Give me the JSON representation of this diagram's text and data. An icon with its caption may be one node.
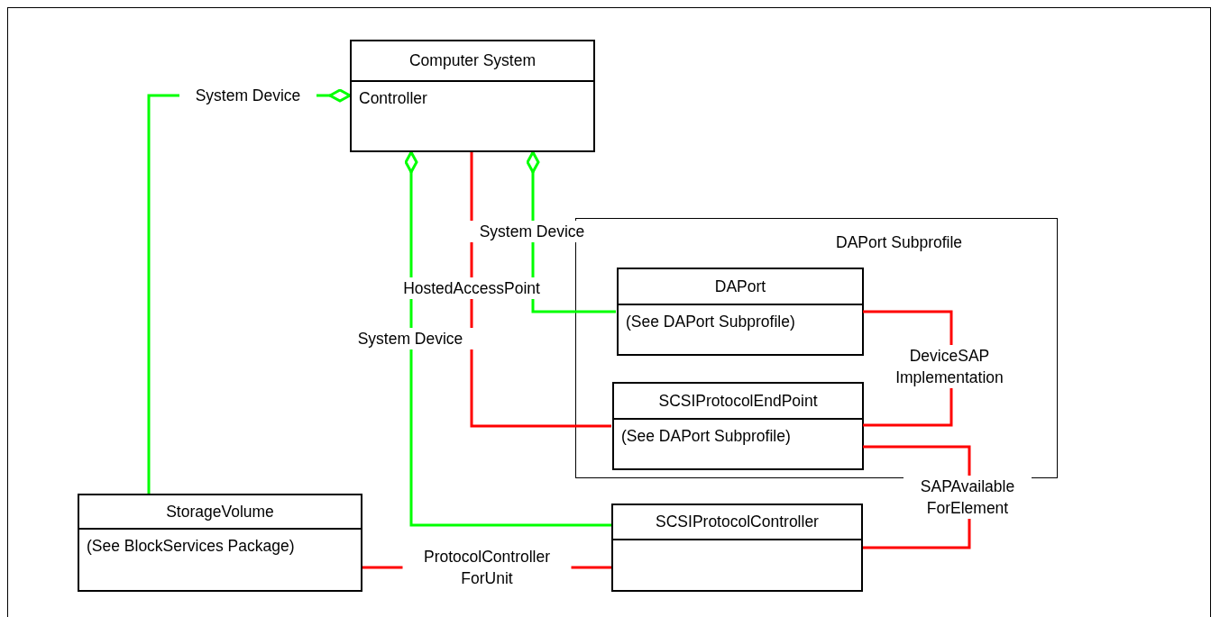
{
  "diagram": {
    "nodes": [
      {
        "text": [
          "Computer System",
          "Controller"
        ]
      },
      {
        "text": [
          "DAPort Subprofile"
        ]
      },
      {
        "text": [
          "DAPort",
          "(See DAPort Subprofile)"
        ],
        "in": 1
      },
      {
        "text": [
          "SCSIProtocolEndPoint",
          "(See DAPort Subprofile)"
        ],
        "in": 1
      },
      {
        "text": [
          "StorageVolume",
          "(See BlockServices Package)"
        ]
      },
      {
        "text": [
          "SCSIProtocolController"
        ]
      }
    ],
    "edges": [
      {
        "from": 4,
        "to": 0,
        "arrow": "other",
        "label": "System Device",
        "color": "#00ff00"
      },
      {
        "from": 5,
        "to": 0,
        "arrow": "other",
        "label": "System Device",
        "color": "#00ff00"
      },
      {
        "from": 3,
        "to": 0,
        "arrow": "none",
        "label": "HostedAccessPoint",
        "color": "#ff0000"
      },
      {
        "from": 2,
        "to": 0,
        "arrow": "other",
        "label": "System Device",
        "color": "#00ff00"
      },
      {
        "from": 2,
        "to": 3,
        "arrow": "none",
        "label": "DeviceSAP Implementation",
        "color": "#ff0000"
      },
      {
        "from": 3,
        "to": 5,
        "arrow": "none",
        "label": "SAPAvailable ForElement",
        "color": "#ff0000"
      },
      {
        "from": 4,
        "to": 5,
        "arrow": "none",
        "label": "ProtocolController ForUnit",
        "color": "#ff0000"
      }
    ]
  }
}
